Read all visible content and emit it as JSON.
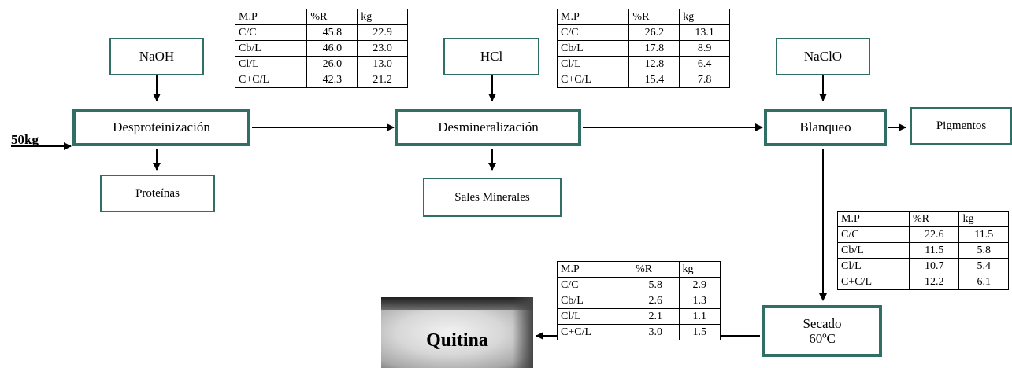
{
  "feed": {
    "label": "50kg"
  },
  "reagents": {
    "naoh": "NaOH",
    "hcl": "HCl",
    "naclo": "NaClO"
  },
  "processes": {
    "desproteinizacion": "Desproteinización",
    "desmineralizacion": "Desmineralización",
    "blanqueo": "Blanqueo",
    "secado_line1": "Secado",
    "secado_line2": "60ºC"
  },
  "byproducts": {
    "proteinas": "Proteínas",
    "sales": "Sales Minerales",
    "pigmentos": "Pigmentos"
  },
  "product": {
    "label": "Quitina"
  },
  "tables": {
    "desproteinizacion": {
      "header": [
        "M.P",
        "%R",
        "kg"
      ],
      "rows": [
        [
          "C/C",
          "45.8",
          "22.9"
        ],
        [
          "Cb/L",
          "46.0",
          "23.0"
        ],
        [
          "Cl/L",
          "26.0",
          "13.0"
        ],
        [
          "C+C/L",
          "42.3",
          "21.2"
        ]
      ]
    },
    "desmineralizacion": {
      "header": [
        "M.P",
        "%R",
        "kg"
      ],
      "rows": [
        [
          "C/C",
          "26.2",
          "13.1"
        ],
        [
          "Cb/L",
          "17.8",
          "8.9"
        ],
        [
          "Cl/L",
          "12.8",
          "6.4"
        ],
        [
          "C+C/L",
          "15.4",
          "7.8"
        ]
      ]
    },
    "blanqueo": {
      "header": [
        "M.P",
        "%R",
        "kg"
      ],
      "rows": [
        [
          "C/C",
          "22.6",
          "11.5"
        ],
        [
          "Cb/L",
          "11.5",
          "5.8"
        ],
        [
          "Cl/L",
          "10.7",
          "5.4"
        ],
        [
          "C+C/L",
          "12.2",
          "6.1"
        ]
      ]
    },
    "secado": {
      "header": [
        "M.P",
        "%R",
        "kg"
      ],
      "rows": [
        [
          "C/C",
          "5.8",
          "2.9"
        ],
        [
          "Cb/L",
          "2.6",
          "1.3"
        ],
        [
          "Cl/L",
          "2.1",
          "1.1"
        ],
        [
          "C+C/L",
          "3.0",
          "1.5"
        ]
      ]
    }
  }
}
